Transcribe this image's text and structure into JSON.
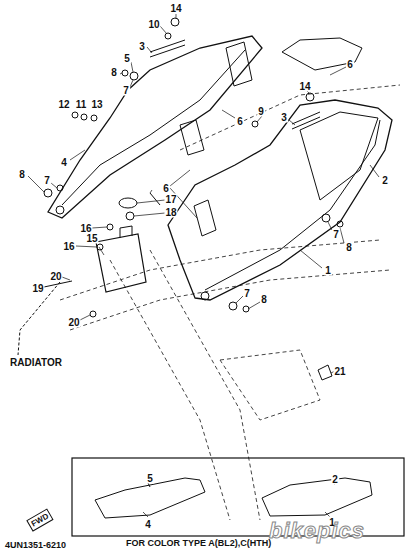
{
  "diagram": {
    "labels": [
      "14",
      "10",
      "3",
      "5",
      "8",
      "7",
      "14",
      "6",
      "6",
      "12",
      "11",
      "13",
      "9",
      "3",
      "2",
      "4",
      "6",
      "8",
      "7",
      "17",
      "18",
      "16",
      "16",
      "15",
      "7",
      "8",
      "20",
      "19",
      "1",
      "7",
      "8",
      "20",
      "RADIATOR",
      "21",
      "5",
      "2",
      "4",
      "1",
      "FOR COLOR TYPE A(BL2),C(HTH)",
      "FWD",
      "4UN1351-6210",
      "bikepics"
    ]
  }
}
